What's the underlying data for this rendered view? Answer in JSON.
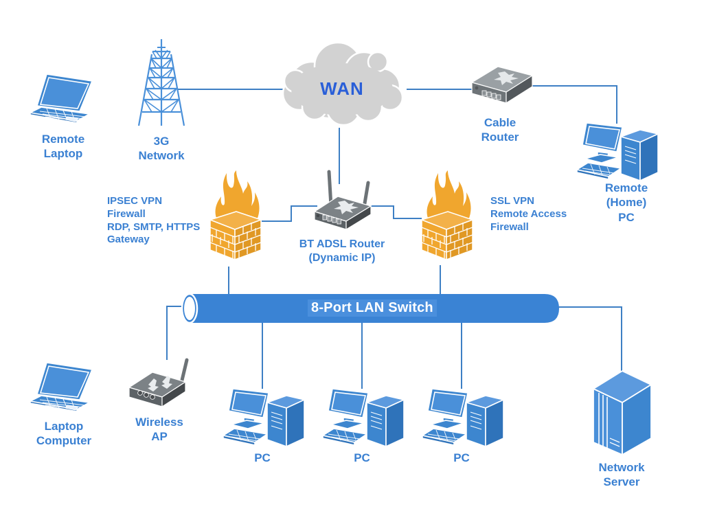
{
  "diagram": {
    "title": "Hybrid network diagram",
    "background_color": "#ffffff",
    "colors": {
      "label_blue": "#3a80d2",
      "device_blue": "#3d86cf",
      "link_blue": "#3d7fc4",
      "cloud_gray": "#d2d2d2",
      "cloud_text_blue": "#2a5fd8",
      "firewall_orange": "#f0a62e",
      "router_dark": "#55595c",
      "switch_blue": "#3a83d4",
      "switch_text": "#ffffff"
    },
    "cloud": {
      "label": "WAN",
      "icon": "cloud-icon"
    },
    "switch": {
      "label": "8-Port LAN Switch",
      "icon": "switch-cylinder-icon"
    },
    "nodes": [
      {
        "id": "remote-laptop",
        "label": "Remote Laptop",
        "icon": "laptop-icon",
        "label_align": "center"
      },
      {
        "id": "3g-network",
        "label": "3G Network",
        "icon": "radio-tower-icon",
        "label_align": "center"
      },
      {
        "id": "cable-router",
        "label": "Cable Router",
        "icon": "router-icon",
        "label_align": "center"
      },
      {
        "id": "remote-home-pc",
        "label": "Remote (Home) PC",
        "icon": "desktop-pc-icon",
        "label_align": "center"
      },
      {
        "id": "ipsec-vpn-firewall",
        "label": "IPSEC VPN Firewall\nRDP, SMTP, HTTPS\nGateway",
        "icon": "firewall-icon",
        "label_align": "left"
      },
      {
        "id": "bt-adsl-router",
        "label": "BT ADSL Router\n(Dynamic IP)",
        "icon": "wireless-router-icon",
        "label_align": "center"
      },
      {
        "id": "ssl-vpn-firewall",
        "label": "SSL VPN\nRemote Access\nFirewall",
        "icon": "firewall-icon",
        "label_align": "left"
      },
      {
        "id": "laptop-computer",
        "label": "Laptop Computer",
        "icon": "laptop-icon",
        "label_align": "center"
      },
      {
        "id": "wireless-ap",
        "label": "Wireless AP",
        "icon": "wireless-ap-icon",
        "label_align": "center"
      },
      {
        "id": "pc-1",
        "label": "PC",
        "icon": "desktop-pc-icon",
        "label_align": "center"
      },
      {
        "id": "pc-2",
        "label": "PC",
        "icon": "desktop-pc-icon",
        "label_align": "center"
      },
      {
        "id": "pc-3",
        "label": "PC",
        "icon": "desktop-pc-icon",
        "label_align": "center"
      },
      {
        "id": "network-server",
        "label": "Network Server",
        "icon": "server-icon",
        "label_align": "center"
      }
    ],
    "links": [
      {
        "from": "3g-network",
        "to": "cloud"
      },
      {
        "from": "cloud",
        "to": "cable-router"
      },
      {
        "from": "cable-router",
        "to": "remote-home-pc"
      },
      {
        "from": "cloud",
        "to": "bt-adsl-router"
      },
      {
        "from": "ipsec-vpn-firewall",
        "to": "bt-adsl-router"
      },
      {
        "from": "bt-adsl-router",
        "to": "ssl-vpn-firewall"
      },
      {
        "from": "ipsec-vpn-firewall",
        "to": "switch"
      },
      {
        "from": "ssl-vpn-firewall",
        "to": "switch"
      },
      {
        "from": "switch",
        "to": "wireless-ap"
      },
      {
        "from": "switch",
        "to": "pc-1"
      },
      {
        "from": "switch",
        "to": "pc-2"
      },
      {
        "from": "switch",
        "to": "pc-3"
      },
      {
        "from": "switch",
        "to": "network-server"
      }
    ]
  }
}
